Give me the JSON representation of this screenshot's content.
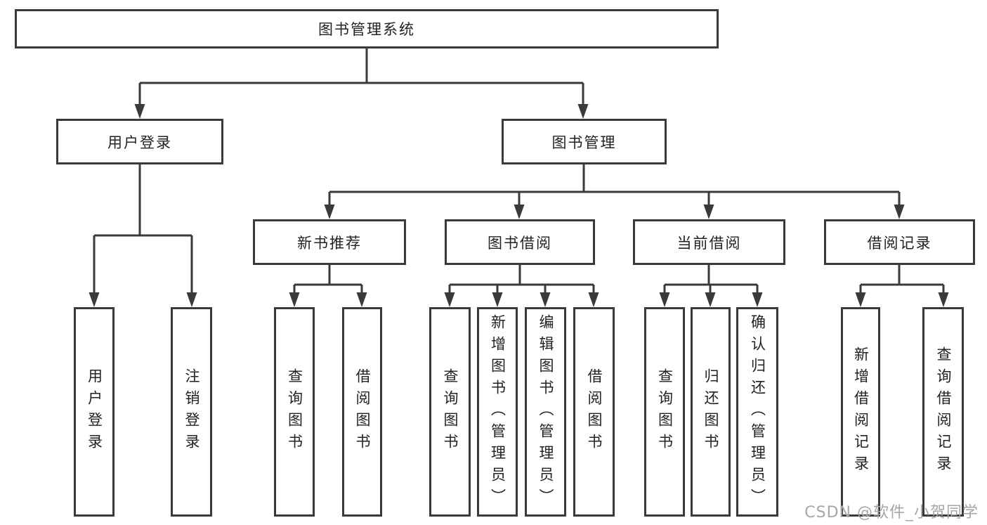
{
  "colors": {
    "line": "#3a3a3a",
    "box_border": "#3a3a3a",
    "text": "#222222",
    "watermark": "#a6a6a6",
    "background": "#ffffff"
  },
  "tree": {
    "root": "图书管理系统",
    "level2": [
      {
        "label": "用户登录",
        "leaves": [
          "用户登录",
          "注销登录"
        ]
      },
      {
        "label": "图书管理",
        "groups": [
          {
            "label": "新书推荐",
            "leaves": [
              "查询图书",
              "借阅图书"
            ]
          },
          {
            "label": "图书借阅",
            "leaves": [
              "查询图书",
              "新增图书（管理员）",
              "编辑图书（管理员）",
              "借阅图书"
            ]
          },
          {
            "label": "当前借阅",
            "leaves": [
              "查询图书",
              "归还图书",
              "确认归还（管理员）"
            ]
          },
          {
            "label": "借阅记录",
            "leaves": [
              "新增借阅记录",
              "查询借阅记录"
            ]
          }
        ]
      }
    ]
  },
  "watermark": "CSDN @软件_小贺同学"
}
